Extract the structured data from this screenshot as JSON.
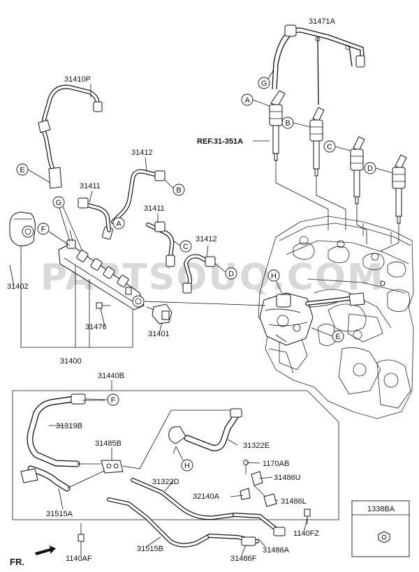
{
  "parts": {
    "p31471A": "31471A",
    "p31410P": "31410P",
    "ref": "REF.31-351A",
    "p31412_top": "31412",
    "p31411_left": "31411",
    "p31411_mid": "31411",
    "p31412_mid": "31412",
    "p31402": "31402",
    "p31476": "31476",
    "p31401": "31401",
    "p31400": "31400",
    "p31440B": "31440B",
    "p31319B": "31319B",
    "p31485B": "31485B",
    "p31322E": "31322E",
    "p1170AB": "1170AB",
    "p31486U": "31486U",
    "p31322D": "31322D",
    "p32140A": "32140A",
    "p31486L": "31486L",
    "p31515A": "31515A",
    "p1140FZ": "1140FZ",
    "p31515B": "31515B",
    "p31486A": "31486A",
    "p31486F": "31486F",
    "p1140AF": "1140AF",
    "p1338BA": "1338BA"
  },
  "callouts": {
    "A": "A",
    "B": "B",
    "C": "C",
    "D": "D",
    "E": "E",
    "F": "F",
    "G": "G",
    "H": "H"
  },
  "direction_label": "FR.",
  "watermark": "PARTSOUQ.COM"
}
